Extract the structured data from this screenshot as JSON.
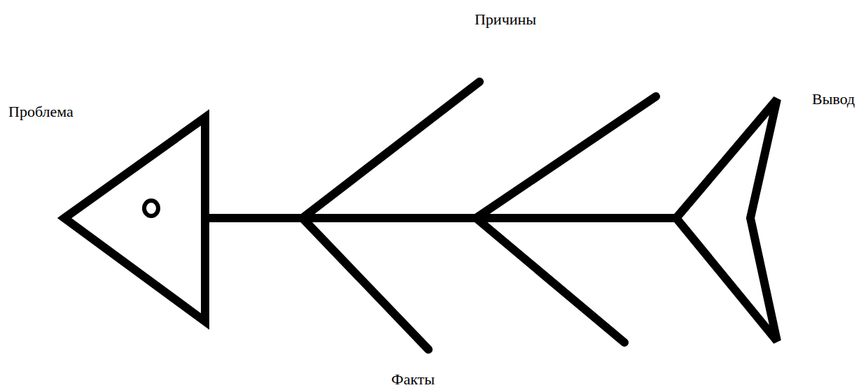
{
  "diagram": {
    "labels": [
      "Причины",
      "Проблема",
      "Вывод",
      "Факты"
    ]
  }
}
